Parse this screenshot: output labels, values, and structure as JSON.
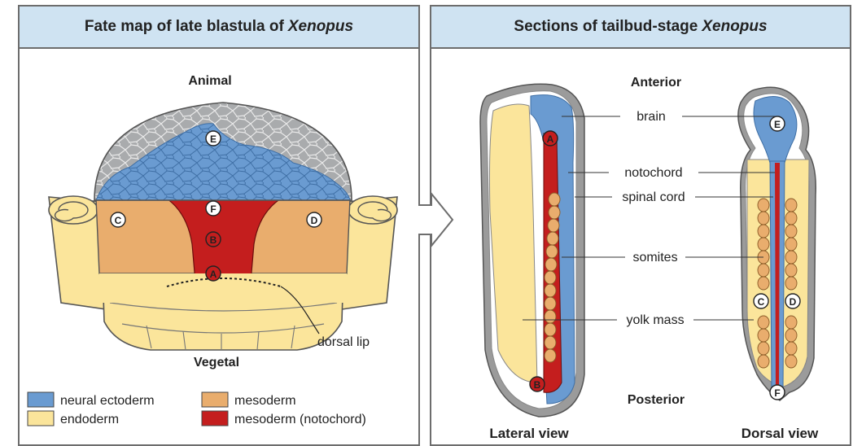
{
  "left_panel": {
    "title_prefix": "Fate map of late blastula of",
    "title_species": "Xenopus",
    "label_animal": "Animal",
    "label_vegetal": "Vegetal",
    "label_dorsal_lip": "dorsal lip",
    "markers": {
      "E": "E",
      "F": "F",
      "B": "B",
      "A": "A",
      "C": "C",
      "D": "D"
    }
  },
  "right_panel": {
    "title_prefix": "Sections of tailbud-stage",
    "title_species": "Xenopus",
    "label_anterior": "Anterior",
    "label_posterior": "Posterior",
    "label_lateral_view": "Lateral view",
    "label_dorsal_view": "Dorsal view",
    "structures": {
      "brain": "brain",
      "notochord": "notochord",
      "spinal_cord": "spinal cord",
      "somites": "somites",
      "yolk_mass": "yolk mass"
    },
    "markers": {
      "A": "A",
      "B": "B",
      "E": "E",
      "F": "F",
      "C": "C",
      "D": "D"
    }
  },
  "legend": [
    {
      "label": "neural ectoderm",
      "color": "#6a9bd1"
    },
    {
      "label": "mesoderm",
      "color": "#e9ad6d"
    },
    {
      "label": "endoderm",
      "color": "#fbe59b"
    },
    {
      "label": "mesoderm (notochord)",
      "color": "#c41e1e"
    }
  ],
  "colors": {
    "neural_ectoderm": "#6a9bd1",
    "mesoderm": "#e9ad6d",
    "endoderm": "#fbe59b",
    "notochord": "#c41e1e",
    "animal_cap_gray": "#a9abad",
    "header_bg": "#cfe3f2"
  }
}
